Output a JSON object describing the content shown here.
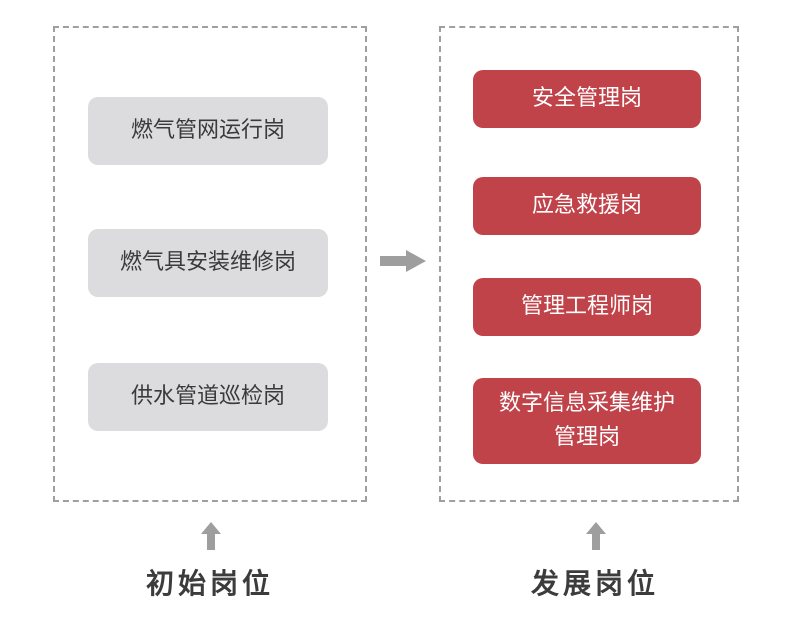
{
  "initial": {
    "title": "初始岗位",
    "items": [
      "燃气管网运行岗",
      "燃气具安装维修岗",
      "供水管道巡检岗"
    ]
  },
  "development": {
    "title": "发展岗位",
    "items": [
      "安全管理岗",
      "应急救援岗",
      "管理工程师岗",
      "数字信息采集维护管理岗"
    ]
  },
  "colors": {
    "gray_box": "#dcdcdf",
    "red_box": "#c0434a",
    "arrow": "#9e9e9e",
    "dashed_border": "#9f9f9f"
  },
  "icons": {
    "transition": "right-arrow-icon",
    "up": "up-arrow-icon"
  }
}
